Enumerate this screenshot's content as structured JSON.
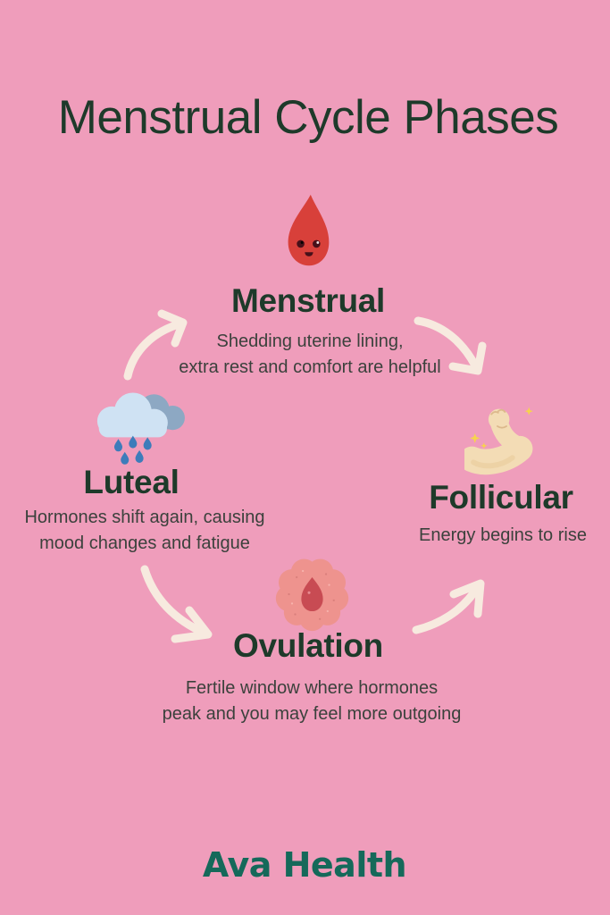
{
  "infographic": {
    "title": "Menstrual Cycle Phases",
    "brand": "Ava Health"
  },
  "phases": [
    {
      "name": "Menstrual",
      "icon": "blood-drop-icon",
      "desc_line1": "Shedding uterine lining,",
      "desc_line2": "extra rest and comfort are helpful"
    },
    {
      "name": "Follicular",
      "icon": "flexed-arm-icon",
      "desc_line1": "Energy begins to rise",
      "desc_line2": ""
    },
    {
      "name": "Ovulation",
      "icon": "ovulation-egg-icon",
      "desc_line1": "Fertile window where hormones",
      "desc_line2": "peak and you may feel more outgoing"
    },
    {
      "name": "Luteal",
      "icon": "rain-cloud-icon",
      "desc_line1": "Hormones shift again, causing",
      "desc_line2": "mood changes and fatigue"
    }
  ],
  "palette": {
    "background": "#ef9dbb",
    "title_text": "#1e3a2a",
    "body_text": "#3b413c",
    "brand_text": "#15695a",
    "arrow": "#f7eadf",
    "blood_drop": "#d8403a",
    "cloud_front": "#cfe2f3",
    "cloud_back": "#8da8c3",
    "raindrop": "#3d7cba",
    "arm_skin": "#f3dcb5",
    "sparkle": "#f6d44b",
    "ovum_outer": "#ee938e",
    "ovum_egg": "#c84b53"
  }
}
